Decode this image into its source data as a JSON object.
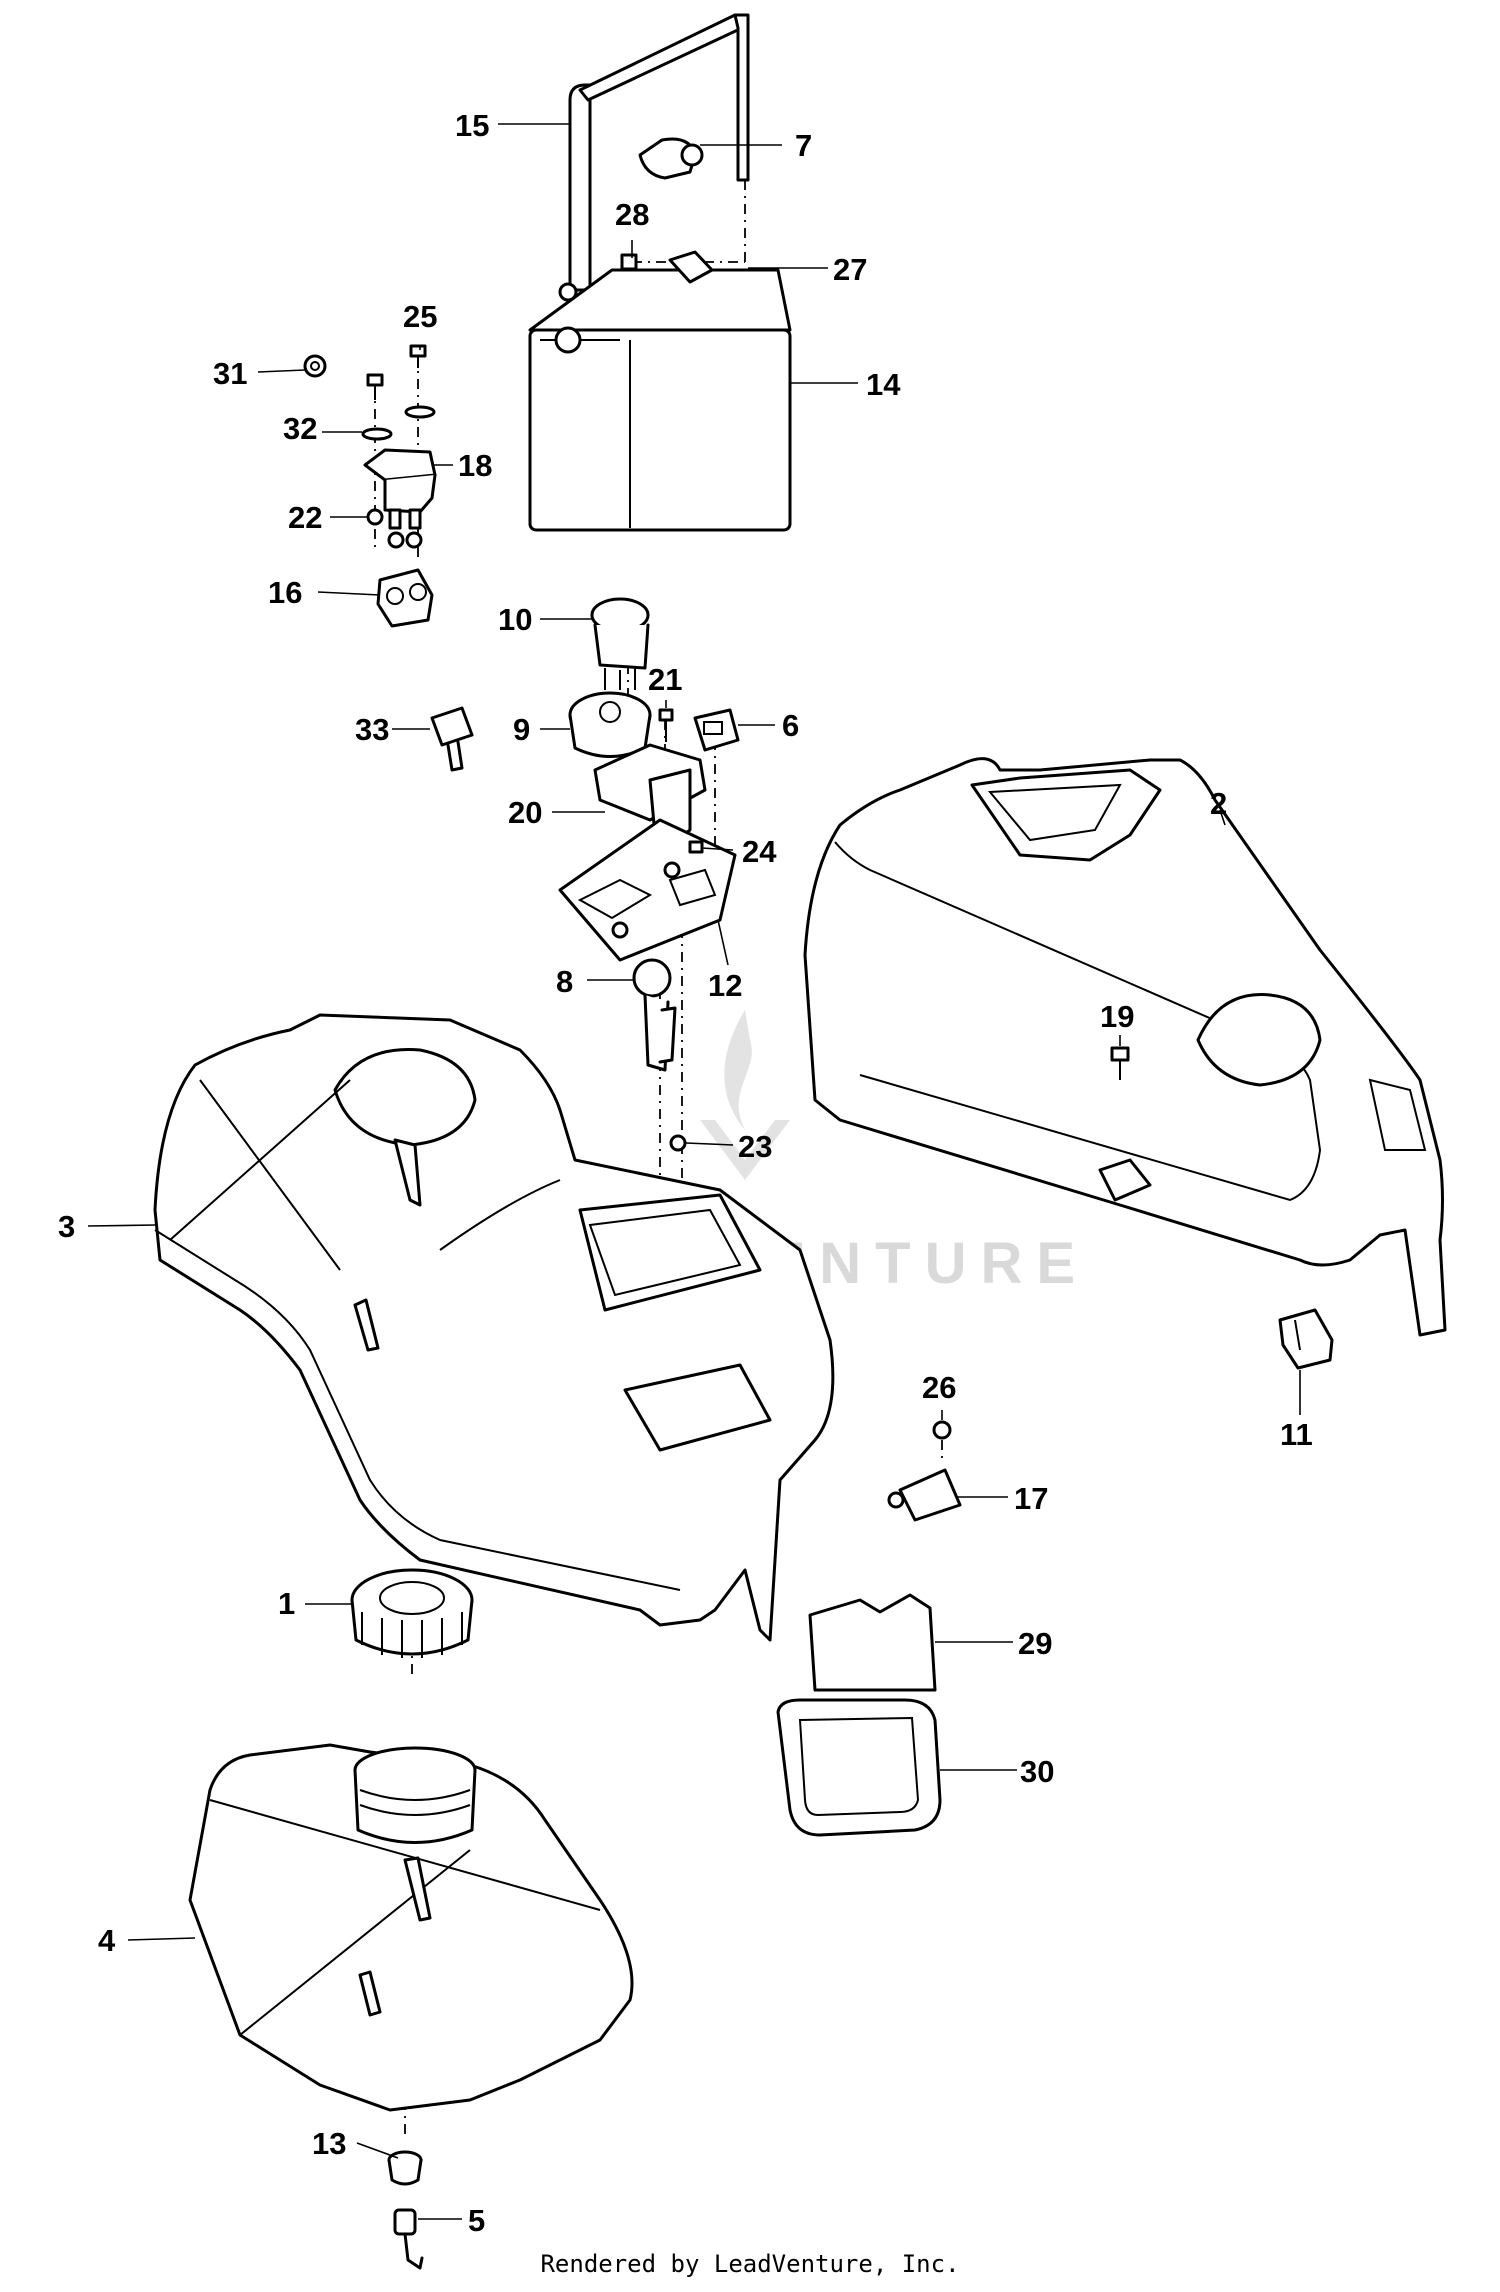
{
  "diagram": {
    "watermark_text": "LEADVENTURE",
    "footer": "Rendered by LeadVenture, Inc."
  },
  "callouts": [
    {
      "label": "1"
    },
    {
      "label": "2"
    },
    {
      "label": "3"
    },
    {
      "label": "4"
    },
    {
      "label": "5"
    },
    {
      "label": "6"
    },
    {
      "label": "7"
    },
    {
      "label": "8"
    },
    {
      "label": "9"
    },
    {
      "label": "10"
    },
    {
      "label": "11"
    },
    {
      "label": "12"
    },
    {
      "label": "13"
    },
    {
      "label": "14"
    },
    {
      "label": "15"
    },
    {
      "label": "16"
    },
    {
      "label": "17"
    },
    {
      "label": "18"
    },
    {
      "label": "19"
    },
    {
      "label": "20"
    },
    {
      "label": "21"
    },
    {
      "label": "22"
    },
    {
      "label": "23"
    },
    {
      "label": "24"
    },
    {
      "label": "25"
    },
    {
      "label": "26"
    },
    {
      "label": "27"
    },
    {
      "label": "28"
    },
    {
      "label": "29"
    },
    {
      "label": "30"
    },
    {
      "label": "31"
    },
    {
      "label": "32"
    },
    {
      "label": "33"
    }
  ]
}
